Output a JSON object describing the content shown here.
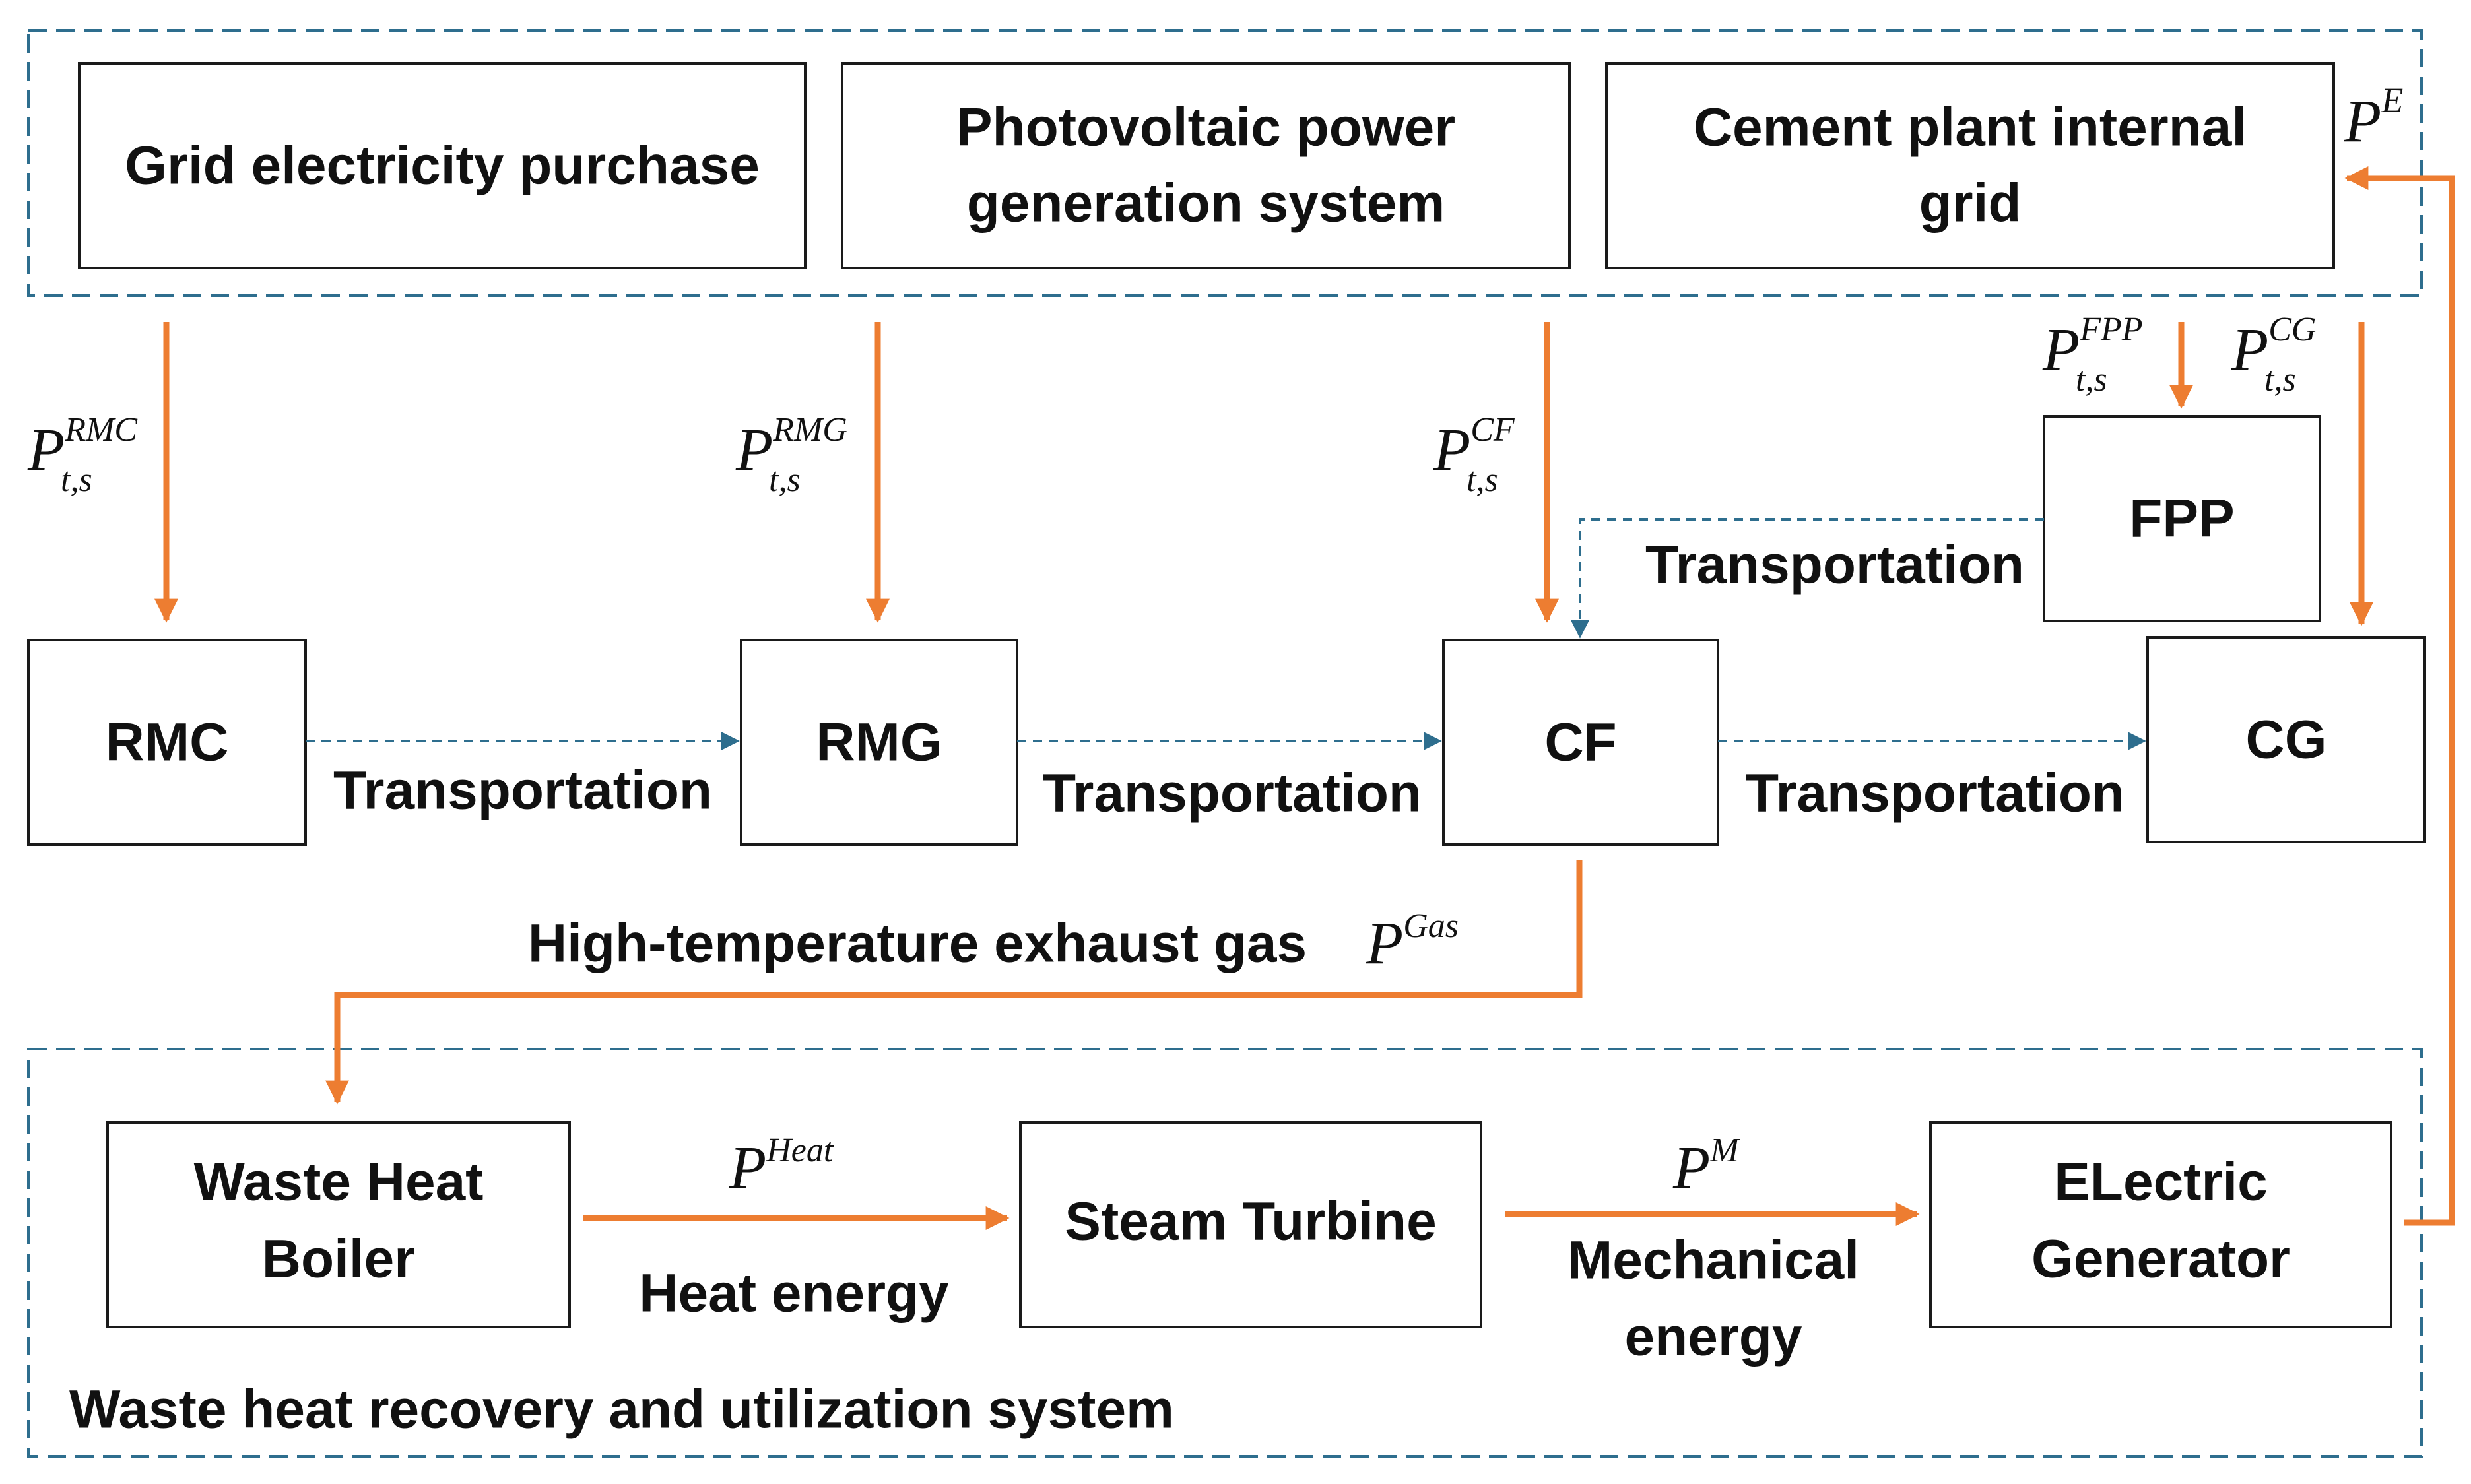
{
  "boxes": {
    "grid_purchase": "Grid electricity purchase",
    "pv_line1": "Photovoltaic power",
    "pv_line2": "generation system",
    "cement_grid_line1": "Cement plant internal",
    "cement_grid_line2": "grid",
    "rmc": "RMC",
    "rmg": "RMG",
    "cf": "CF",
    "cg": "CG",
    "fpp": "FPP",
    "whb_line1": "Waste Heat",
    "whb_line2": "Boiler",
    "steam_turbine": "Steam Turbine",
    "gen_line1": "ELectric",
    "gen_line2": "Generator"
  },
  "labels": {
    "transport_rmc_rmg": "Transportation",
    "transport_rmg_cf": "Transportation",
    "transport_cf_cg": "Transportation",
    "transport_fpp_cf": "Transportation",
    "exhaust_gas": "High-temperature exhaust gas",
    "heat_energy": "Heat energy",
    "mech_line1": "Mechanical",
    "mech_line2": "energy",
    "waste_heat_system": "Waste heat recovery and utilization system"
  },
  "symbols": {
    "p": "P",
    "sub_ts": "t,s",
    "rmc_sup": "RMC",
    "rmg_sup": "RMG",
    "cf_sup": "CF",
    "fpp_sup": "FPP",
    "cg_sup": "CG",
    "e_sup": "E",
    "gas_sup": "Gas",
    "heat_sup": "Heat",
    "m_sup": "M"
  },
  "colors": {
    "energy_flow": "#ed7d31",
    "transport_flow": "#2e6e8e"
  }
}
